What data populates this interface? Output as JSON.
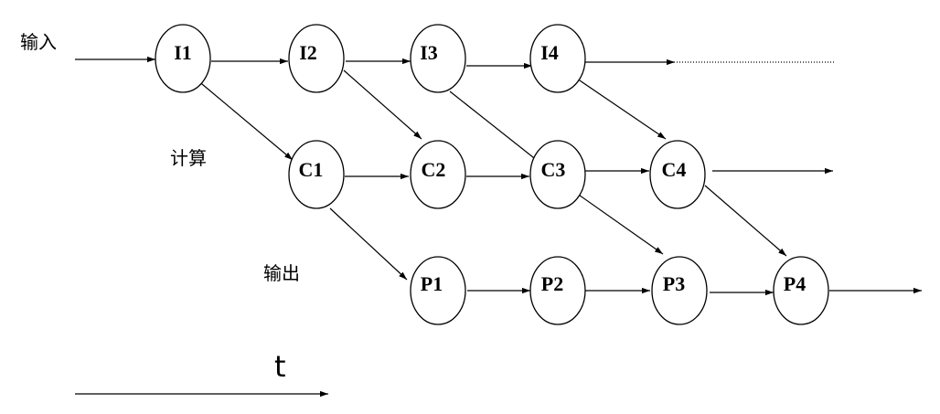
{
  "labels": {
    "input": "输入",
    "compute": "计算",
    "output": "输出",
    "time": "t"
  },
  "nodes": {
    "I1": "I1",
    "I2": "I2",
    "I3": "I3",
    "I4": "I4",
    "C1": "C1",
    "C2": "C2",
    "C3": "C3",
    "C4": "C4",
    "P1": "P1",
    "P2": "P2",
    "P3": "P3",
    "P4": "P4"
  },
  "edges": [
    [
      "input",
      "I1"
    ],
    [
      "I1",
      "I2"
    ],
    [
      "I2",
      "I3"
    ],
    [
      "I3",
      "I4"
    ],
    [
      "I1",
      "C1"
    ],
    [
      "I2",
      "C2"
    ],
    [
      "I3",
      "C3"
    ],
    [
      "I4",
      "C4"
    ],
    [
      "C1",
      "C2"
    ],
    [
      "C2",
      "C3"
    ],
    [
      "C3",
      "C4"
    ],
    [
      "C4",
      "out-c"
    ],
    [
      "C1",
      "P1"
    ],
    [
      "C3",
      "P3"
    ],
    [
      "C4",
      "P4"
    ],
    [
      "P1",
      "P2"
    ],
    [
      "P2",
      "P3"
    ],
    [
      "P3",
      "P4"
    ],
    [
      "P4",
      "out-p"
    ]
  ]
}
